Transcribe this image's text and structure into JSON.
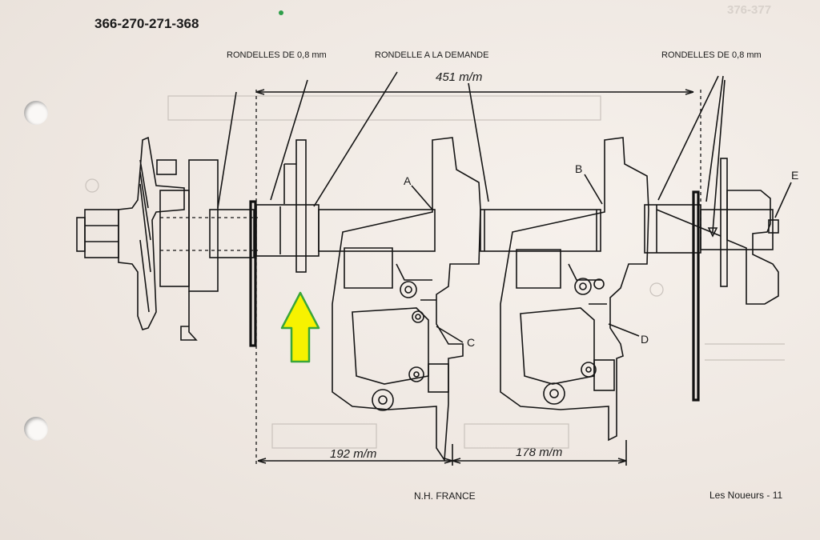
{
  "header": {
    "part_numbers": "366-270-271-368",
    "ghost_text": "376-377"
  },
  "labels": {
    "washers_left": "RONDELLES DE 0,8 mm",
    "washer_on_demand": "RONDELLE A LA DEMANDE",
    "washers_right": "RONDELLES DE 0,8 mm"
  },
  "dimensions": {
    "overall": "451 m/m",
    "left_span": "192 m/m",
    "right_span": "178 m/m"
  },
  "callouts": [
    "A",
    "B",
    "C",
    "D",
    "E"
  ],
  "footer": {
    "center": "N.H. FRANCE",
    "right": "Les Noueurs - 11"
  },
  "colors": {
    "arrow_fill": "#f7f200",
    "arrow_stroke": "#3aa63a",
    "ink": "#151515",
    "dot": "#2e9e4a"
  }
}
